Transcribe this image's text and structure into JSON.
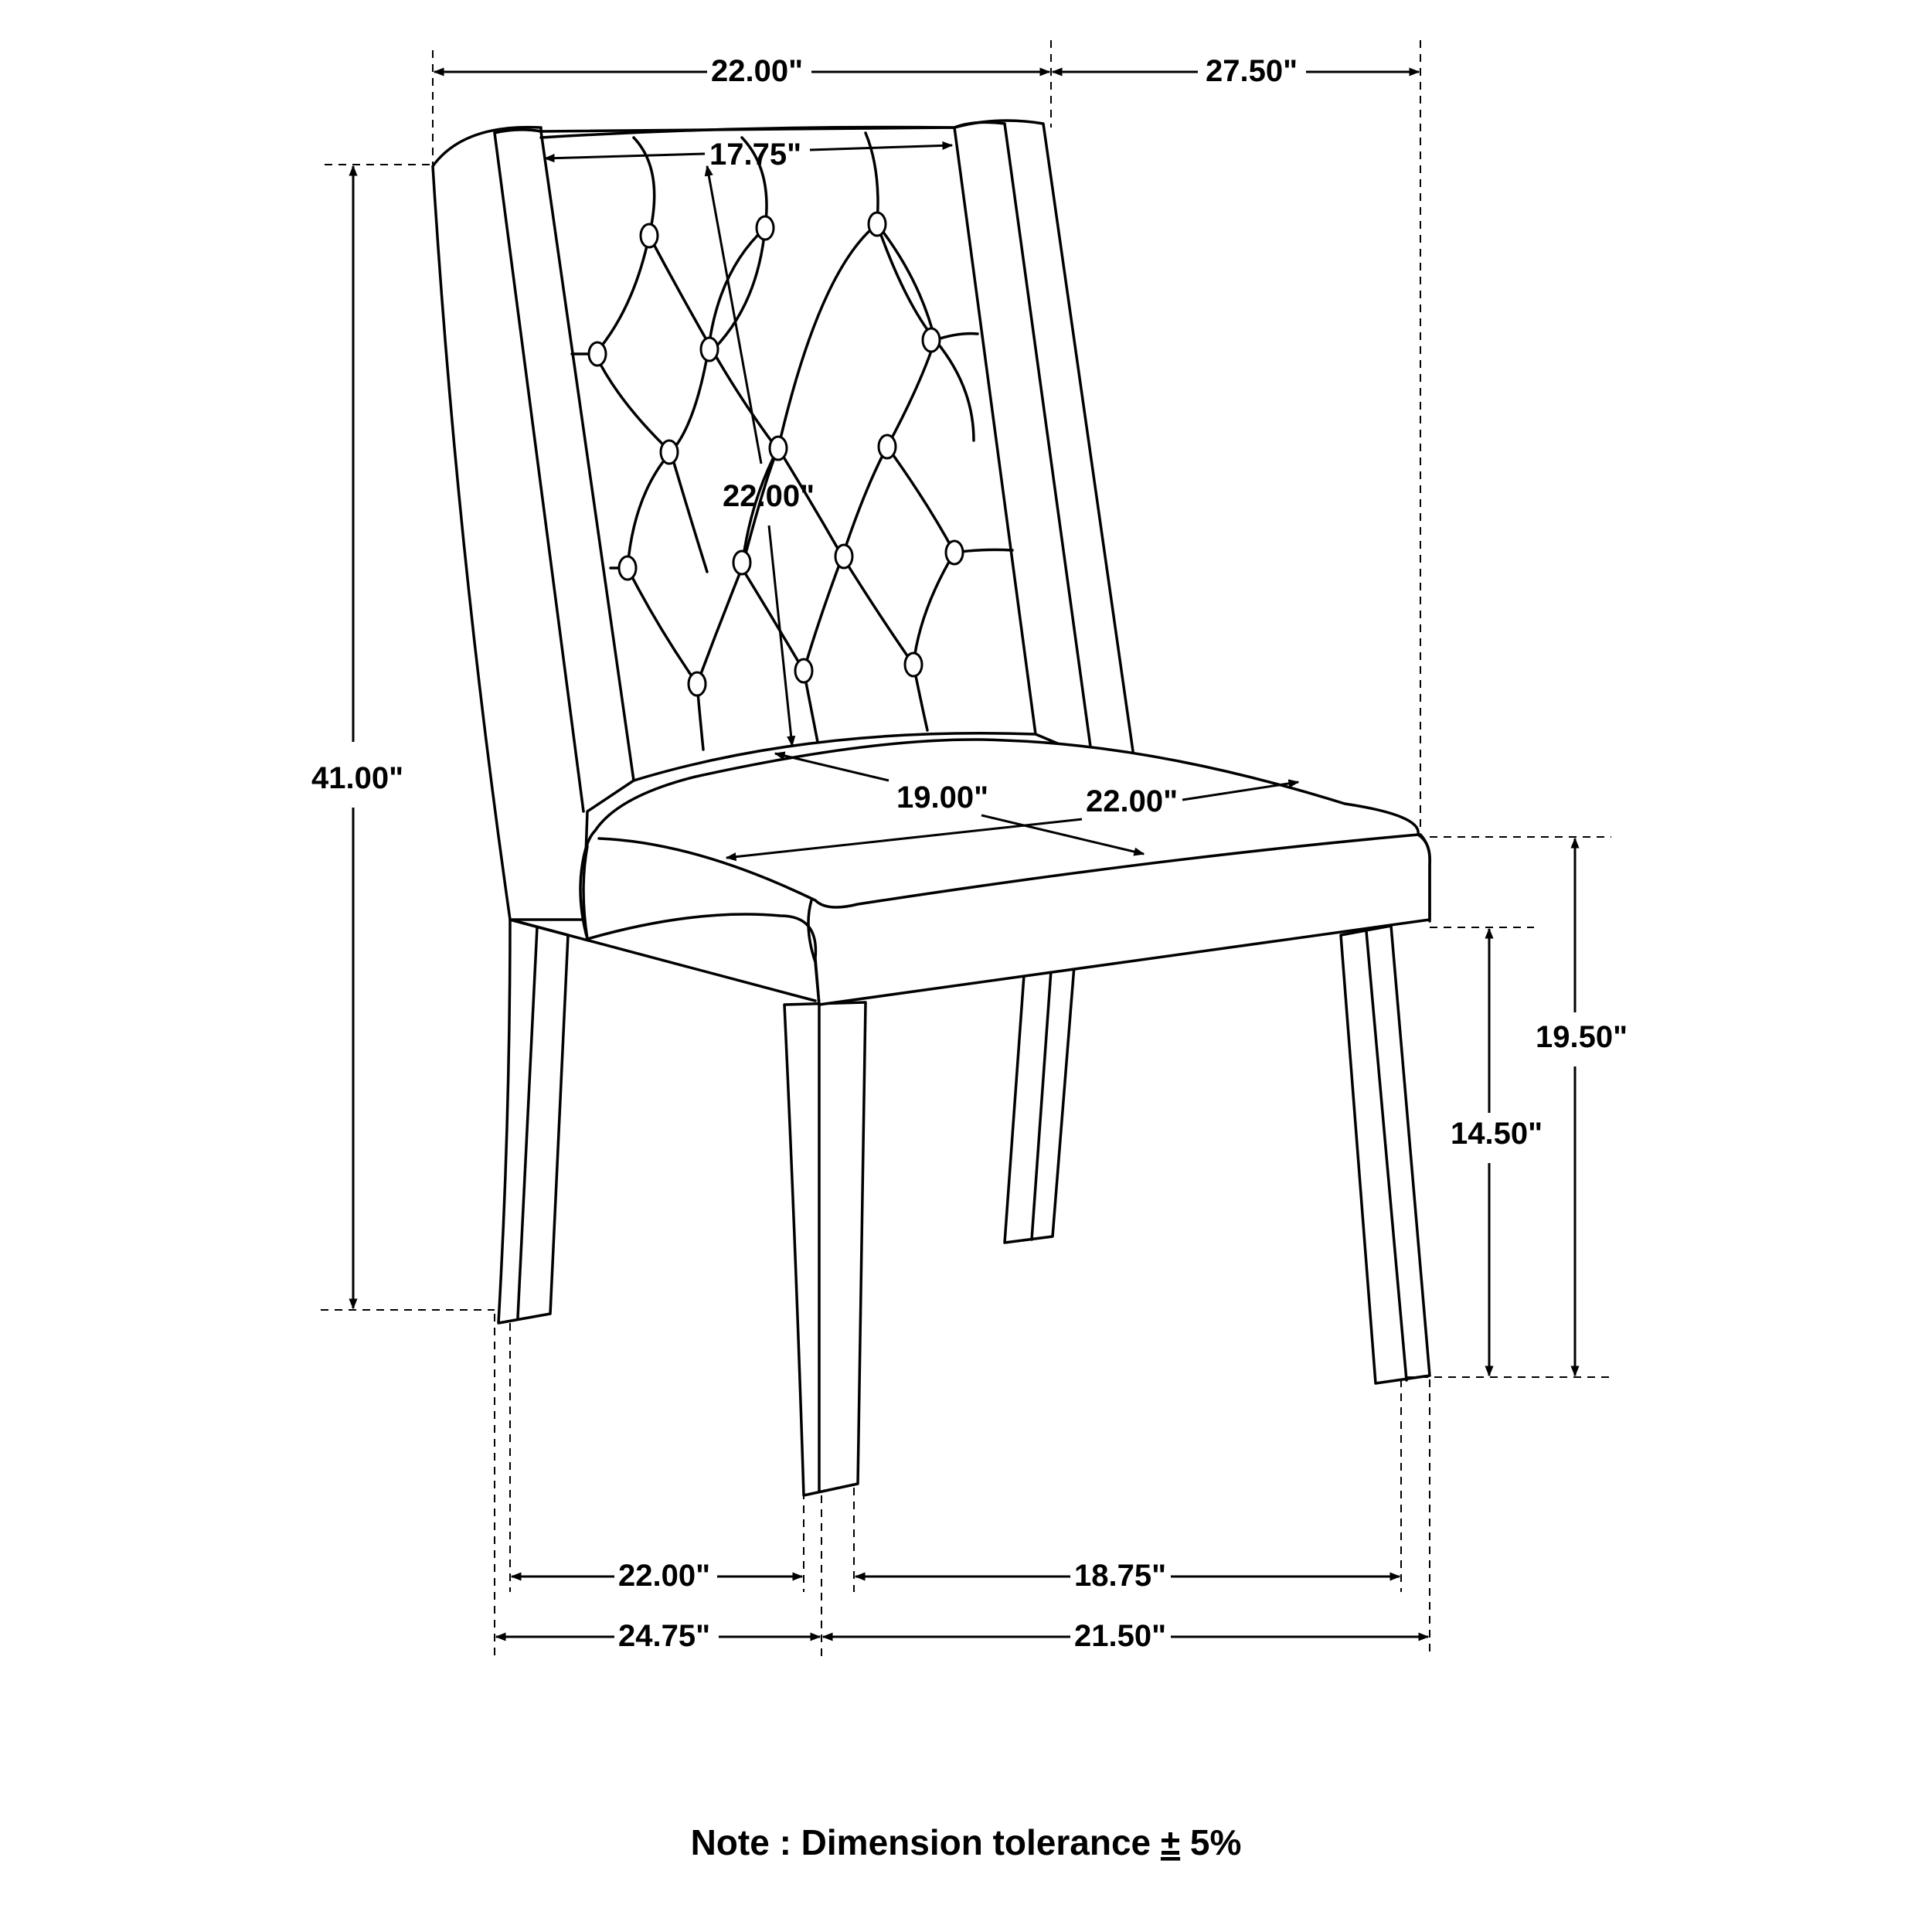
{
  "dimensions": {
    "top_width": "22.00\"",
    "top_depth": "27.50\"",
    "back_inner_width": "17.75\"",
    "overall_height": "41.00\"",
    "back_height": "22.00\"",
    "seat_depth": "19.00\"",
    "seat_width": "22.00\"",
    "seat_height": "19.50\"",
    "apron_height": "14.50\"",
    "leg_front_span": "22.00\"",
    "leg_side_span": "18.75\"",
    "base_width": "24.75\"",
    "base_depth": "21.50\""
  },
  "note": {
    "prefix": "Note : Dimension tolerance ",
    "symbol": "±",
    "suffix": " 5%"
  }
}
